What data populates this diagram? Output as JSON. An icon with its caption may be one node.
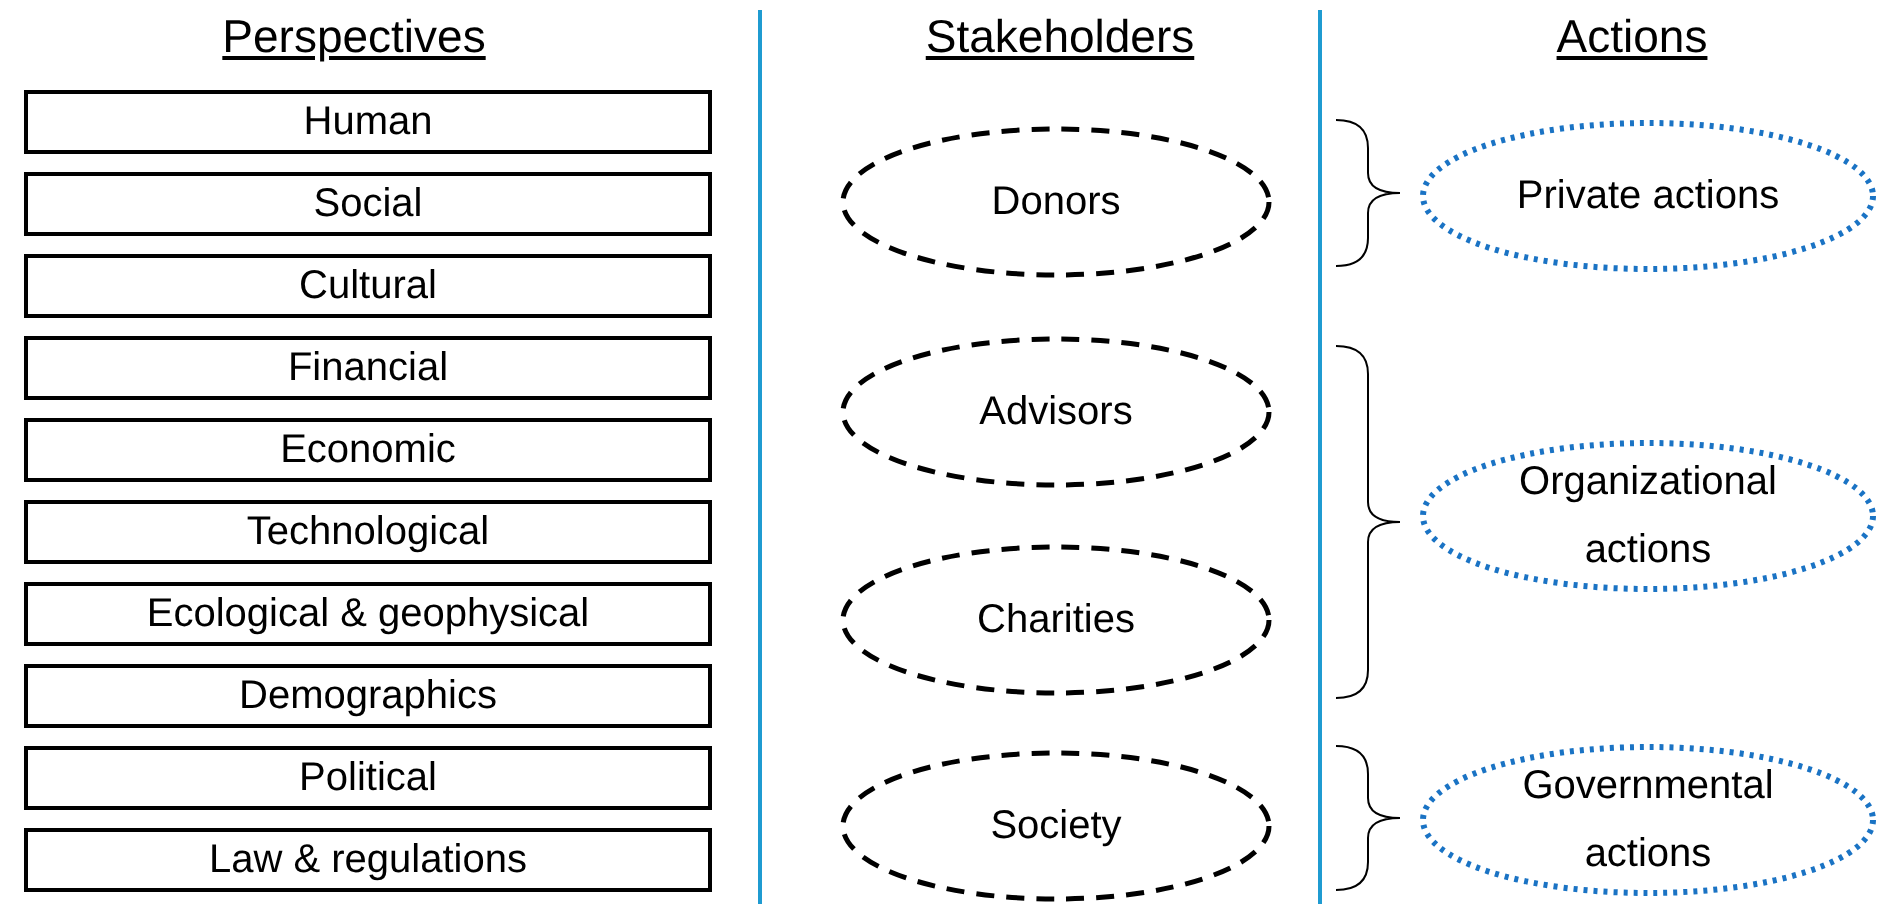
{
  "diagram": {
    "nodes": [
      {
        "text": [
          "Human"
        ]
      },
      {
        "text": [
          "Social"
        ]
      },
      {
        "text": [
          "Cultural"
        ]
      },
      {
        "text": [
          "Financial"
        ]
      },
      {
        "text": [
          "Economic"
        ]
      },
      {
        "text": [
          "Technological"
        ]
      },
      {
        "text": [
          "Ecological & geophysical"
        ]
      },
      {
        "text": [
          "Demographics"
        ]
      },
      {
        "text": [
          "Political"
        ]
      },
      {
        "text": [
          "Law & regulations"
        ]
      },
      {
        "text": [
          "Donors"
        ]
      },
      {
        "text": [
          "Advisors"
        ]
      },
      {
        "text": [
          "Charities"
        ]
      },
      {
        "text": [
          "Society"
        ]
      },
      {
        "text": [
          "Private actions"
        ]
      },
      {
        "text": [
          "Organizational actions"
        ]
      },
      {
        "text": [
          "Governmental actions"
        ]
      }
    ],
    "labels": [
      "Perspectives",
      "Stakeholders",
      "Actions"
    ]
  }
}
